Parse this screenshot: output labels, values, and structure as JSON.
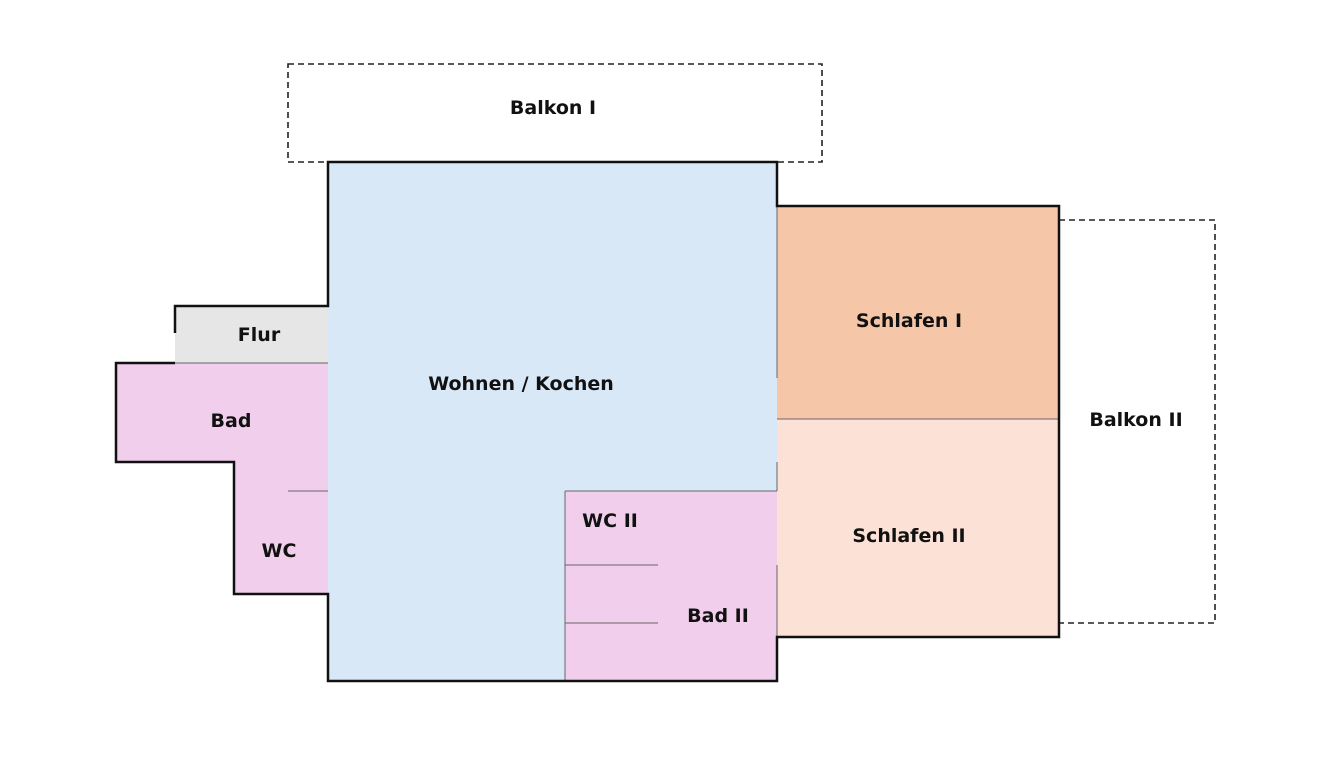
{
  "colors": {
    "wohnen": "#d9e8f7",
    "flur": "#e6e6e6",
    "bath": "#f1cfec",
    "schlafen_1": "#f6c6a9",
    "schlafen_2": "#fbe1d6",
    "wall": "#111111",
    "divider": "#666666",
    "background": "#ffffff"
  },
  "rooms": {
    "balkon_1": "Balkon I",
    "balkon_2": "Balkon II",
    "wohnen": "Wohnen / Kochen",
    "flur": "Flur",
    "bad": "Bad",
    "wc": "WC",
    "wc_2": "WC II",
    "bad_2": "Bad II",
    "schlafen_1": "Schlafen I",
    "schlafen_2": "Schlafen II"
  }
}
